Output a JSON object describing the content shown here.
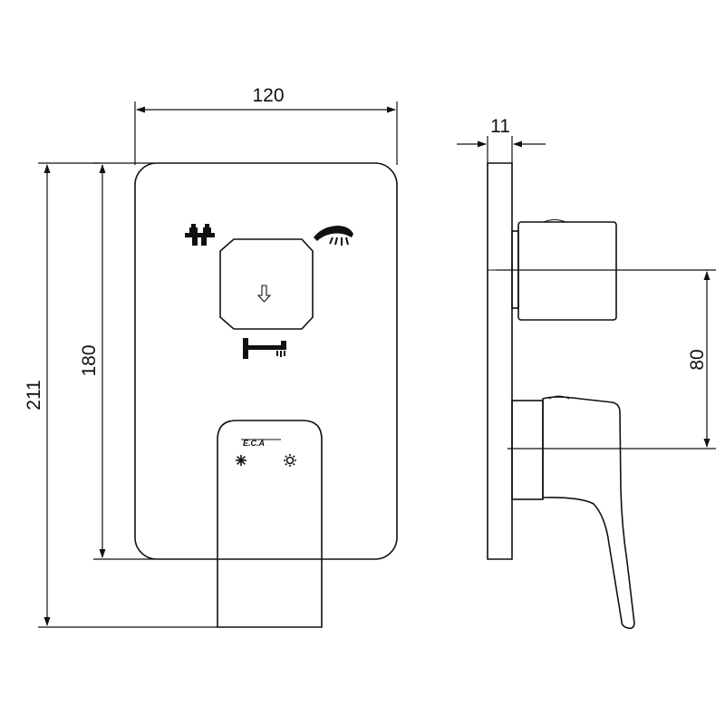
{
  "dimensions": {
    "width": "120",
    "height_inner": "180",
    "height_total": "211",
    "depth": "11",
    "spacing": "80"
  },
  "logo": {
    "brand": "E.C.A"
  },
  "icons": {
    "bath_faucet": "bath-faucet-icon",
    "hand_shower": "hand-shower-icon",
    "down_arrow": "down-arrow-icon",
    "spout": "spout-icon",
    "cold": "snowflake-icon",
    "hot": "sun-icon"
  },
  "colors": {
    "line": "#111111",
    "background": "#ffffff"
  }
}
